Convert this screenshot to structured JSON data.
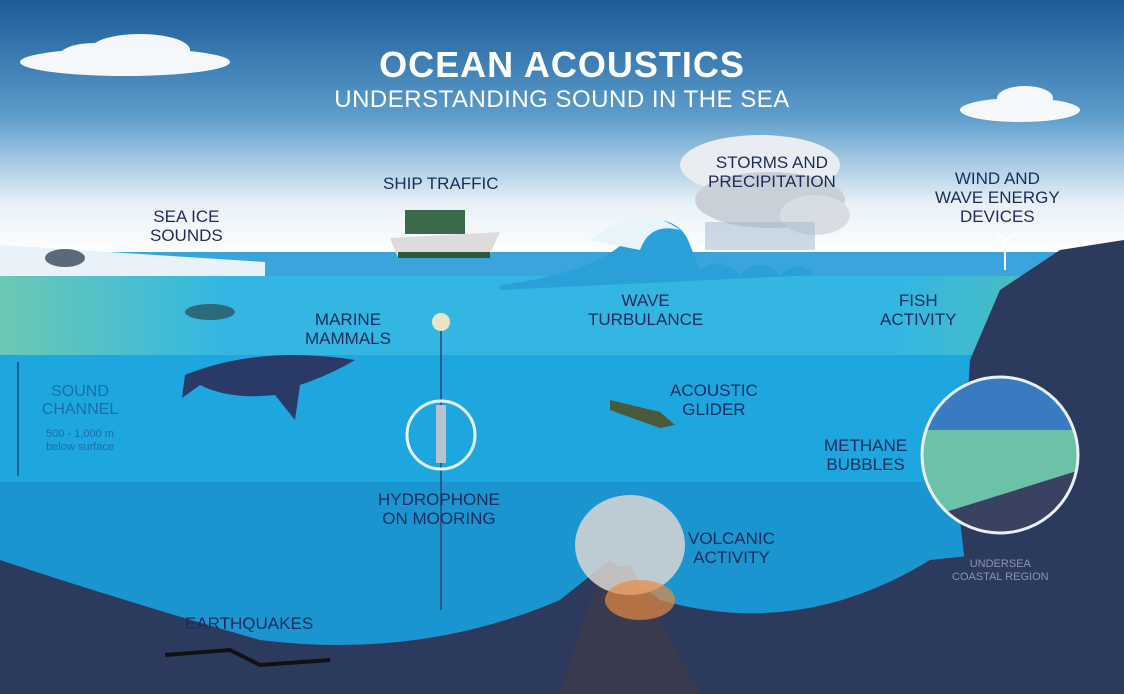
{
  "header": {
    "title": "OCEAN ACOUSTICS",
    "subtitle": "UNDERSTANDING SOUND IN THE SEA"
  },
  "labels": {
    "sea_ice": [
      "SEA ICE",
      "SOUNDS"
    ],
    "ship": [
      "SHIP TRAFFIC"
    ],
    "storms": [
      "STORMS AND",
      "PRECIPITATION"
    ],
    "wind": [
      "WIND AND",
      "WAVE ENERGY",
      "DEVICES"
    ],
    "wave": [
      "WAVE",
      "TURBULANCE"
    ],
    "fish": [
      "FISH",
      "ACTIVITY"
    ],
    "mammals": [
      "MARINE",
      "MAMMALS"
    ],
    "glider": [
      "ACOUSTIC",
      "GLIDER"
    ],
    "methane": [
      "METHANE",
      "BUBBLES"
    ],
    "hydrophone": [
      "HYDROPHONE",
      "ON MOORING"
    ],
    "volcanic": [
      "VOLCANIC",
      "ACTIVITY"
    ],
    "earthquakes": [
      "EARTHQUAKES"
    ],
    "undersea": [
      "UNDERSEA",
      "COASTAL REGION"
    ]
  },
  "sound_channel": {
    "title": [
      "SOUND",
      "CHANNEL"
    ],
    "depth": [
      "500 - 1,000 m",
      "below surface"
    ]
  },
  "colors": {
    "sky_top": "#1b5b98",
    "water": "#2bb4e6",
    "channel": "#1ea6de",
    "deep": "#1a95cf",
    "floor": "#2c3a5e",
    "text": "#1c2b5c"
  }
}
